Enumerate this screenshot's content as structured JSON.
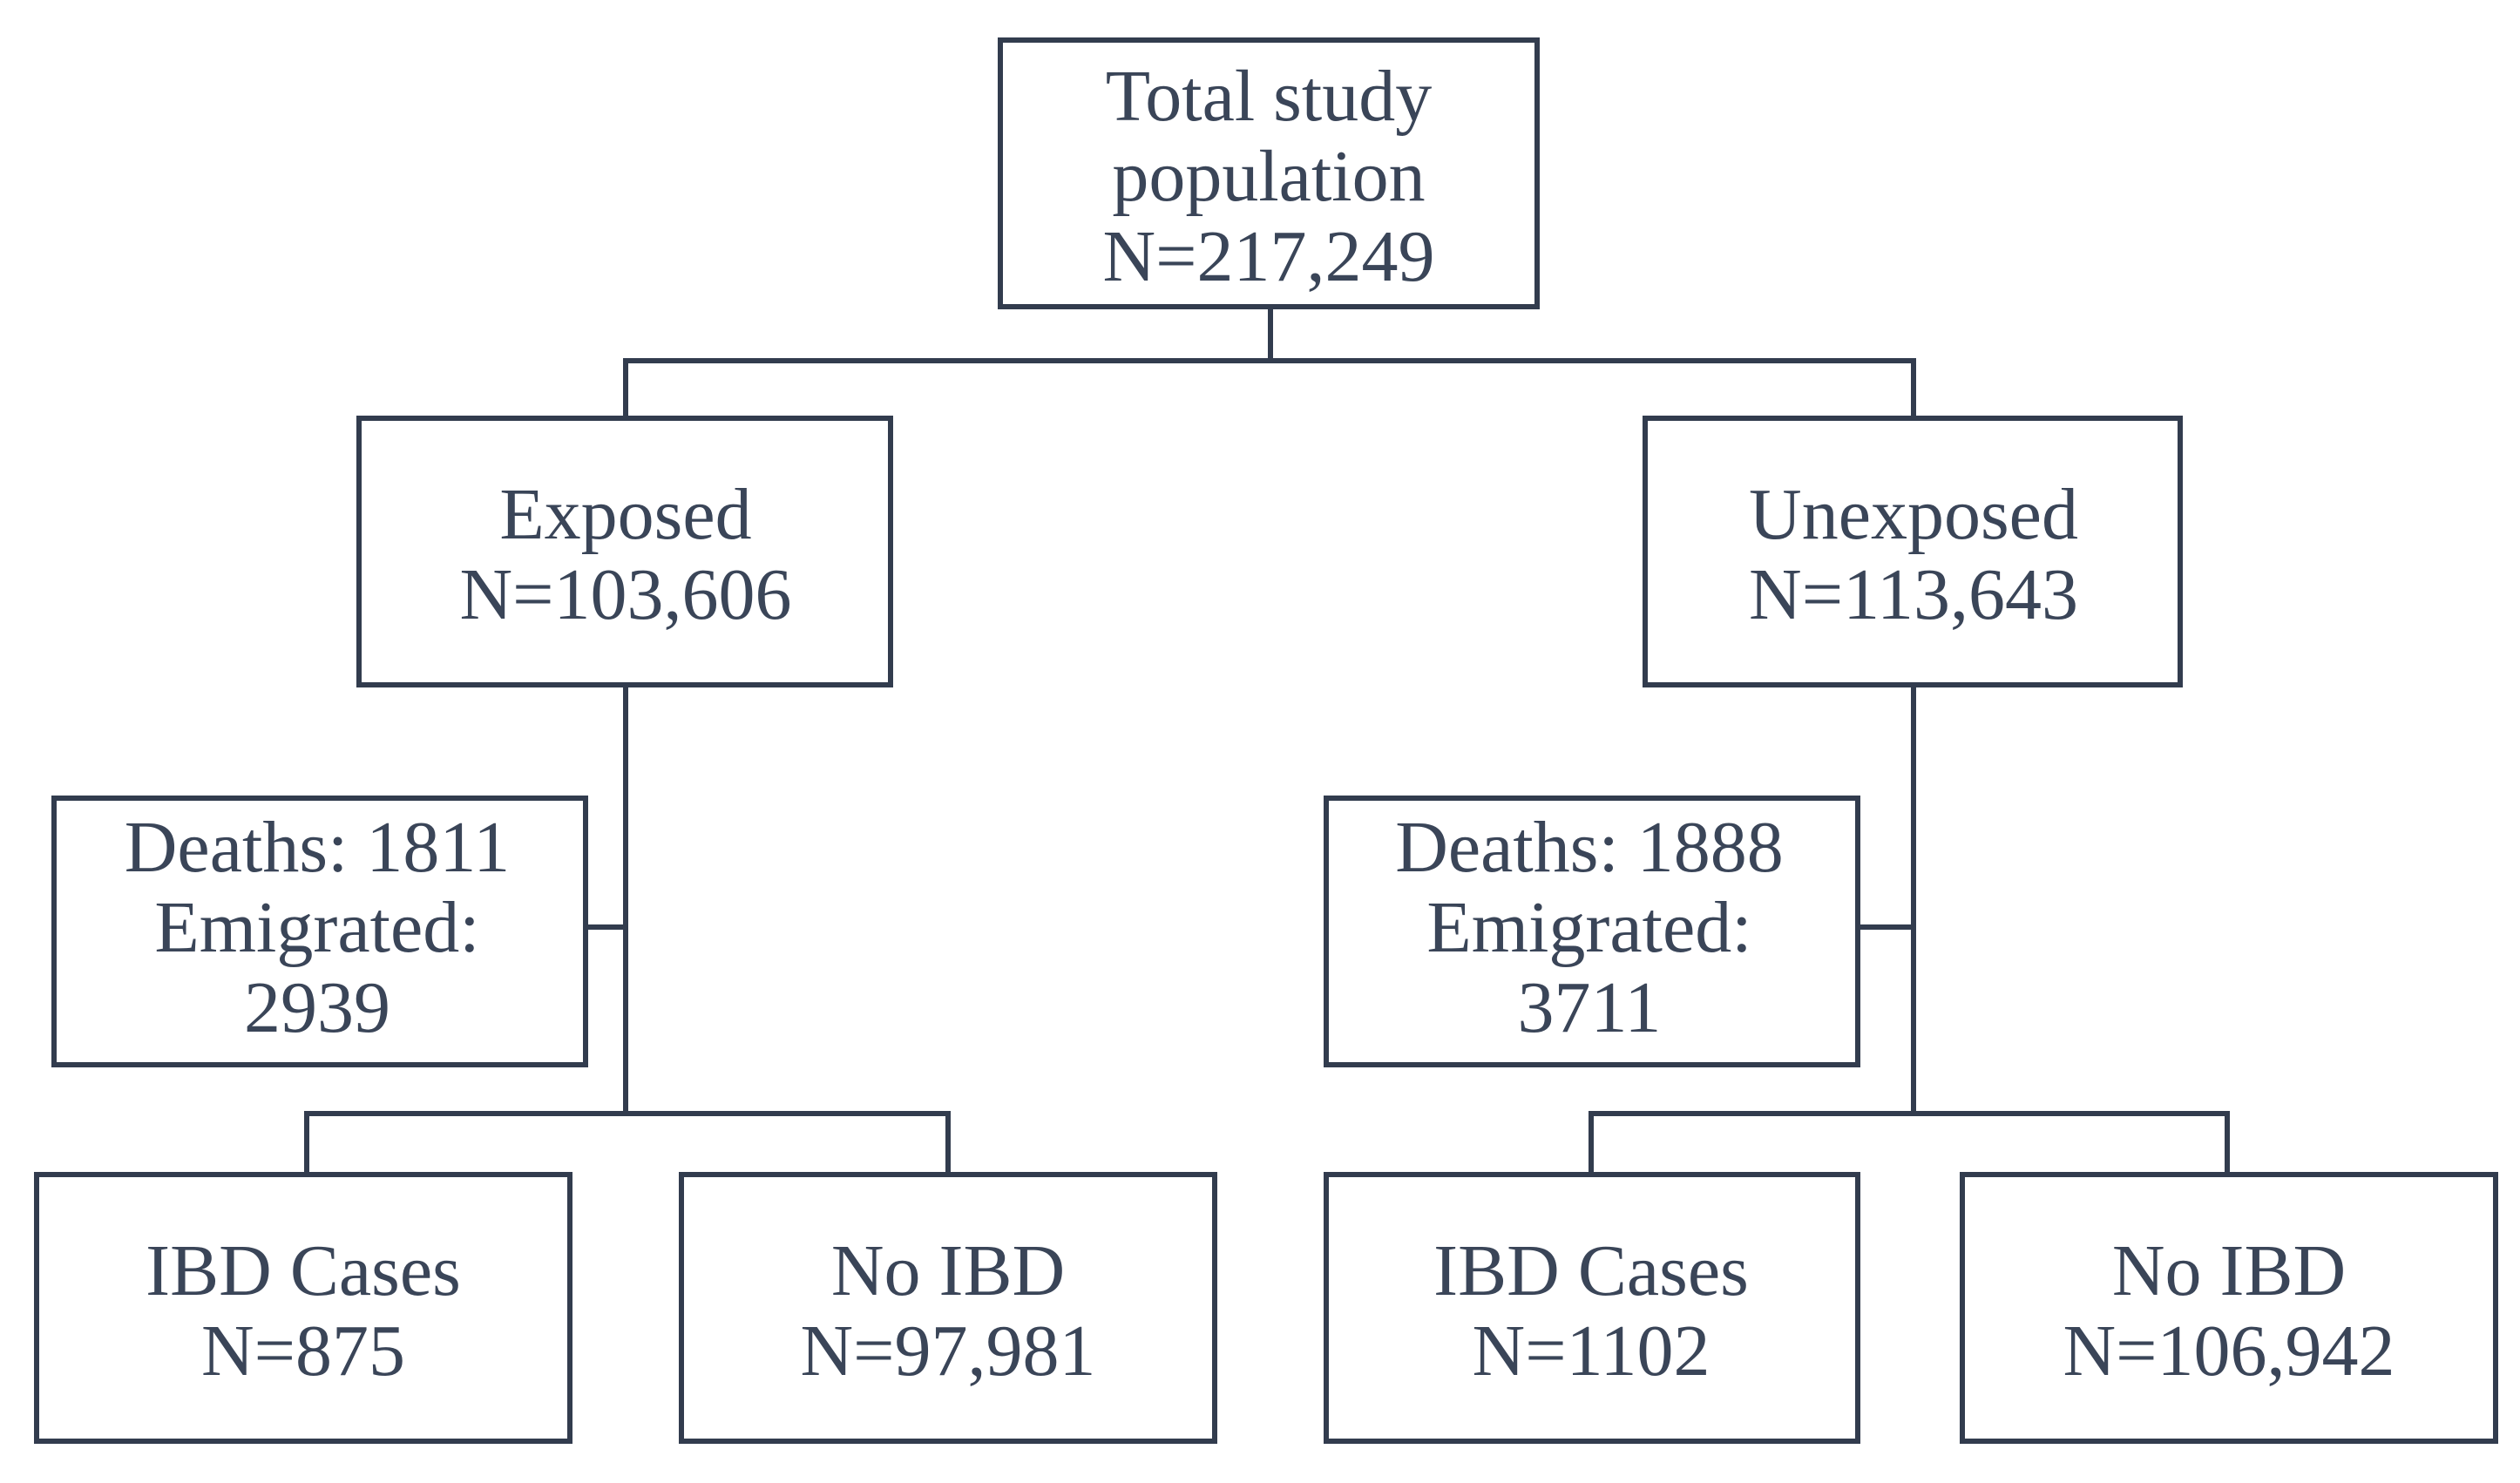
{
  "colors": {
    "stroke": "#323c4e",
    "text": "#3a4558",
    "background": "#ffffff"
  },
  "nodes": {
    "total": {
      "lines": [
        "Total study",
        "population",
        "N=217,249"
      ]
    },
    "exposed": {
      "lines": [
        "Exposed",
        "N=103,606"
      ]
    },
    "unexposed": {
      "lines": [
        "Unexposed",
        "N=113,643"
      ]
    },
    "exposed_loss": {
      "lines": [
        "Deaths: 1811",
        "Emigrated:",
        "2939"
      ]
    },
    "unexposed_loss": {
      "lines": [
        "Deaths: 1888",
        "Emigrated:",
        "3711"
      ]
    },
    "exposed_ibd": {
      "lines": [
        "IBD Cases",
        "N=875"
      ]
    },
    "exposed_noibd": {
      "lines": [
        "No IBD",
        "N=97,981"
      ]
    },
    "unexposed_ibd": {
      "lines": [
        "IBD Cases",
        "N=1102"
      ]
    },
    "unexposed_noibd": {
      "lines": [
        "No IBD",
        "N=106,942"
      ]
    }
  }
}
